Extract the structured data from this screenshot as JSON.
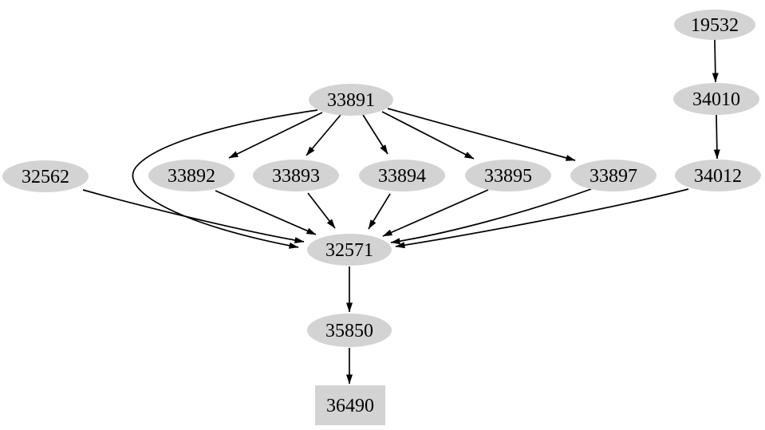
{
  "diagram": {
    "type": "directed-graph",
    "background_color": "#ffffff",
    "node_fill_color": "#d3d3d3",
    "edge_color": "#000000",
    "text_color": "#000000",
    "nodes": [
      {
        "id": "19532",
        "label": "19532",
        "shape": "ellipse"
      },
      {
        "id": "34010",
        "label": "34010",
        "shape": "ellipse"
      },
      {
        "id": "34012",
        "label": "34012",
        "shape": "ellipse"
      },
      {
        "id": "33891",
        "label": "33891",
        "shape": "ellipse"
      },
      {
        "id": "32562",
        "label": "32562",
        "shape": "ellipse"
      },
      {
        "id": "33892",
        "label": "33892",
        "shape": "ellipse"
      },
      {
        "id": "33893",
        "label": "33893",
        "shape": "ellipse"
      },
      {
        "id": "33894",
        "label": "33894",
        "shape": "ellipse"
      },
      {
        "id": "33895",
        "label": "33895",
        "shape": "ellipse"
      },
      {
        "id": "33897",
        "label": "33897",
        "shape": "ellipse"
      },
      {
        "id": "32571",
        "label": "32571",
        "shape": "ellipse"
      },
      {
        "id": "35850",
        "label": "35850",
        "shape": "ellipse"
      },
      {
        "id": "36490",
        "label": "36490",
        "shape": "box"
      }
    ],
    "edges": [
      {
        "from": "19532",
        "to": "34010"
      },
      {
        "from": "34010",
        "to": "34012"
      },
      {
        "from": "34012",
        "to": "32571"
      },
      {
        "from": "33891",
        "to": "33892"
      },
      {
        "from": "33891",
        "to": "33893"
      },
      {
        "from": "33891",
        "to": "33894"
      },
      {
        "from": "33891",
        "to": "33895"
      },
      {
        "from": "33891",
        "to": "33897"
      },
      {
        "from": "33891",
        "to": "32571"
      },
      {
        "from": "32562",
        "to": "32571"
      },
      {
        "from": "33892",
        "to": "32571"
      },
      {
        "from": "33893",
        "to": "32571"
      },
      {
        "from": "33894",
        "to": "32571"
      },
      {
        "from": "33895",
        "to": "32571"
      },
      {
        "from": "33897",
        "to": "32571"
      },
      {
        "from": "32571",
        "to": "35850"
      },
      {
        "from": "35850",
        "to": "36490"
      }
    ]
  }
}
